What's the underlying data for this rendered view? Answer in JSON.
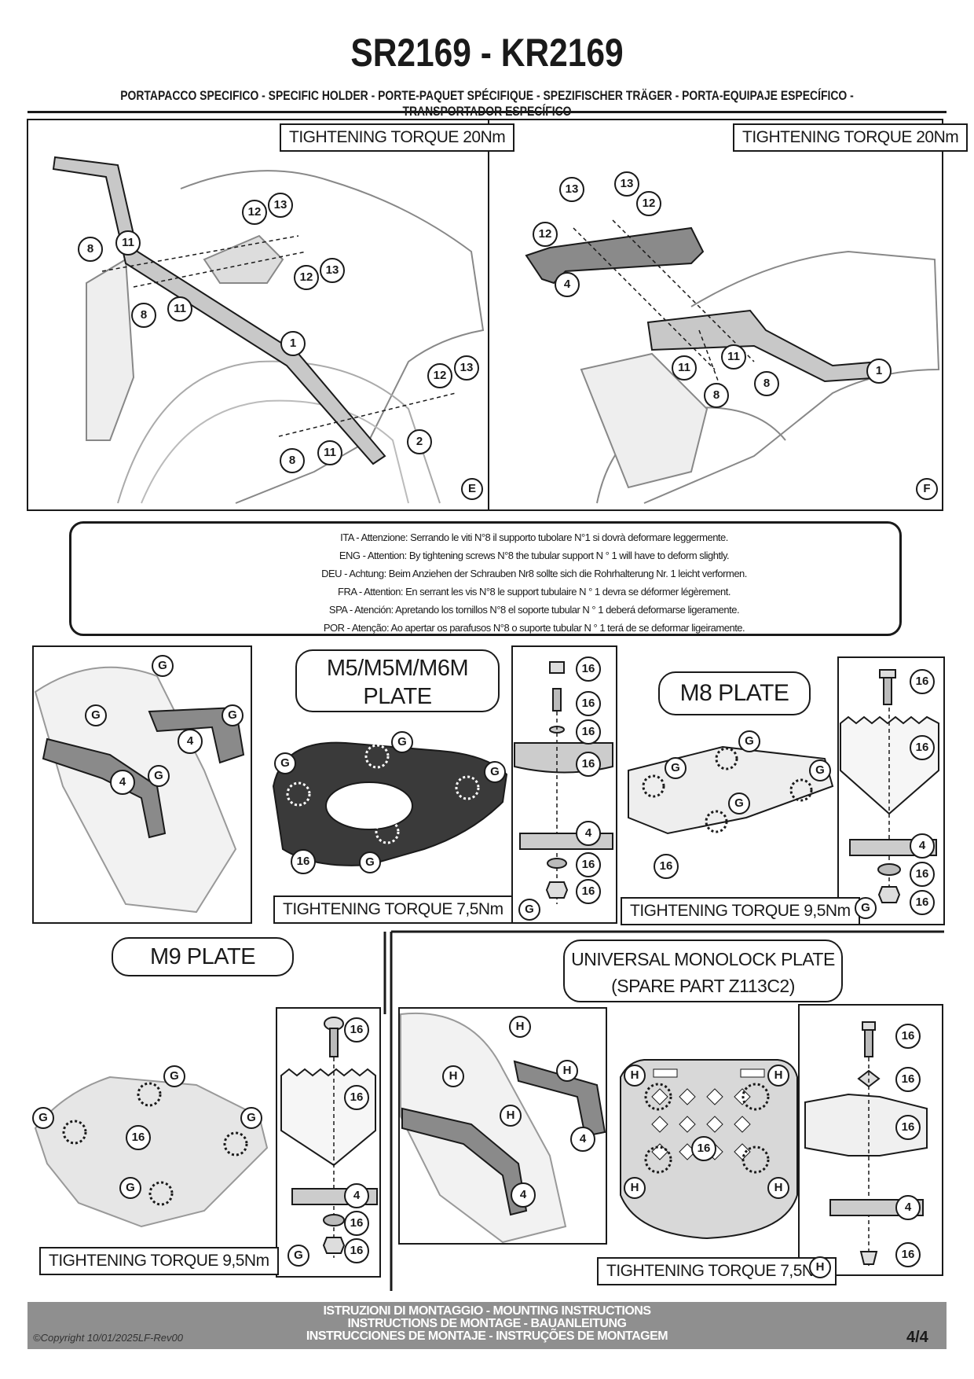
{
  "header": {
    "title": "SR2169 - KR2169",
    "subtitle": "PORTAPACCO SPECIFICO - SPECIFIC HOLDER - PORTE-PAQUET SPÉCIFIQUE - SPEZIFISCHER TRÄGER - PORTA-EQUIPAJE ESPECÍFICO - TRANSPORTADOR ESPECÍFICO"
  },
  "steps": {
    "e": {
      "torque": "TIGHTENING TORQUE 20Nm",
      "letter": "E",
      "callouts": [
        "8",
        "11",
        "12",
        "13",
        "12",
        "13",
        "8",
        "11",
        "1",
        "12",
        "13",
        "2",
        "8",
        "11"
      ]
    },
    "f": {
      "torque": "TIGHTENING TORQUE 20Nm",
      "letter": "F",
      "callouts": [
        "13",
        "13",
        "12",
        "12",
        "4",
        "11",
        "11",
        "8",
        "8",
        "1"
      ]
    }
  },
  "warning": {
    "icon": "warning-triangle-icon",
    "lines": [
      "ITA - Attenzione: Serrando le viti N°8 il supporto tubolare N°1 si dovrà deformare leggermente.",
      "ENG - Attention: By tightening screws N°8 the tubular support N ° 1 will have to deform slightly.",
      "DEU - Achtung: Beim Anziehen der Schrauben Nr8 sollte sich die Rohrhalterung Nr. 1 leicht verformen.",
      "FRA - Attention: En serrant les vis N°8 le support tubulaire N ° 1 devra se déformer légèrement.",
      "SPA - Atención: Apretando los tornillos N°8 el soporte tubular N ° 1 deberá deformarse ligeramente.",
      "POR - Atenção: Ao apertar os parafusos N°8 o suporte tubular N ° 1 terá de se deformar ligeiramente."
    ]
  },
  "plates": {
    "m5": {
      "label1": "M5/M5M/M6M",
      "label2": "PLATE",
      "torque": "TIGHTENING TORQUE 7,5Nm"
    },
    "m8": {
      "label": "M8 PLATE",
      "torque": "TIGHTENING TORQUE 9,5Nm"
    },
    "m9": {
      "label": "M9 PLATE",
      "torque": "TIGHTENING TORQUE 9,5Nm"
    },
    "monolock": {
      "label1": "UNIVERSAL MONOLOCK PLATE",
      "label2": "(SPARE PART Z113C2)",
      "torque": "TIGHTENING TORQUE 7,5Nm"
    }
  },
  "callouts": {
    "g": "G",
    "h": "H",
    "n4": "4",
    "n16": "16"
  },
  "footer": {
    "line1": "ISTRUZIONI DI MONTAGGIO  -  MOUNTING INSTRUCTIONS",
    "line2": "INSTRUCTIONS DE MONTAGE - BAUANLEITUNG",
    "line3": "INSTRUCCIONES DE MONTAJE - INSTRUÇÕES DE MONTAGEM",
    "copyright": "©Copyright 10/01/2025LF-Rev00",
    "page": "4/4"
  }
}
